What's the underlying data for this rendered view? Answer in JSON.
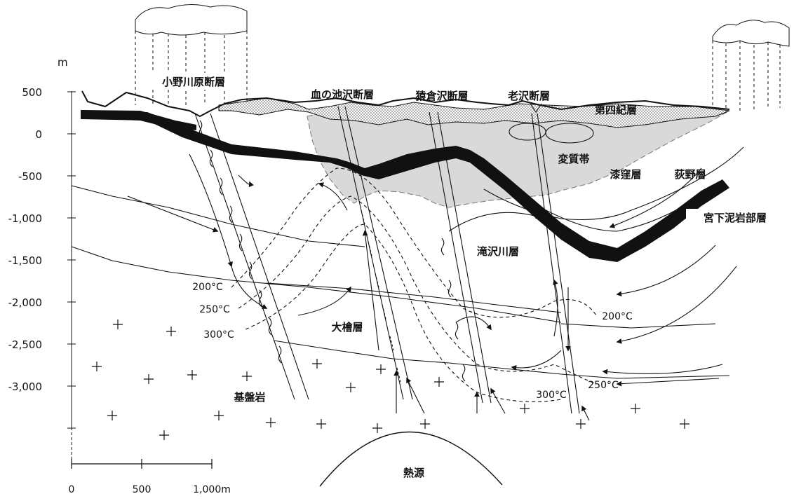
{
  "diagram": {
    "unit_label": "m",
    "depth_ticks": [
      "500",
      "0",
      "-500",
      "-1,000",
      "-1,500",
      "-2,000",
      "-2,500",
      "-3,000"
    ],
    "scale_ticks": [
      "0",
      "500",
      "1,000m"
    ],
    "faults": {
      "onogawara": "小野川原断層",
      "chinoikezawa": "血の池沢断層",
      "sarukurazawa": "猿倉沢断層",
      "oizawa": "老沢断層"
    },
    "formations": {
      "quaternary": "第四紀層",
      "alteration_zone": "変質帯",
      "urushikubo": "漆窪層",
      "oginoso": "荻野層",
      "miyashita_mudstone": "宮下泥岩部層",
      "takizawagawa": "滝沢川層",
      "ohinoki": "大檜層",
      "basement": "基盤岩",
      "heat_source": "熱源"
    },
    "isotherms": {
      "t200_left": "200°C",
      "t250_left": "250°C",
      "t300_left": "300°C",
      "t200_right": "200°C",
      "t250_right": "250°C",
      "t300_right": "300°C"
    },
    "colors": {
      "line": "#111111",
      "alteration_fill": "#d9d9d9",
      "quaternary_fill": "#bdbdbd",
      "mudstone_fill": "#111111"
    }
  }
}
